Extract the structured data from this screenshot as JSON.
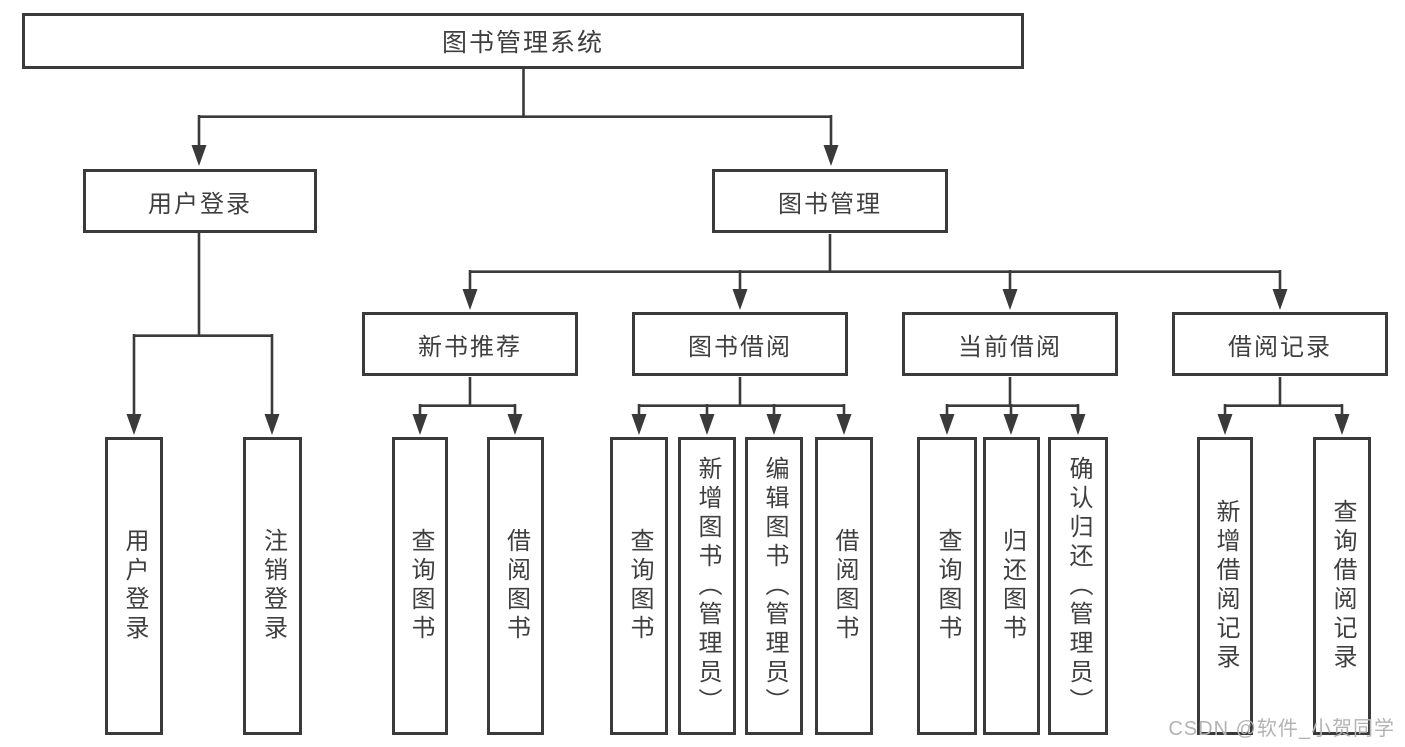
{
  "title": "图书管理系统",
  "colors": {
    "line": "#3a3a3a",
    "box_border": "#3a3a3a",
    "text": "#3f3f3f",
    "watermark": "#b3b3b3",
    "background": "#ffffff"
  },
  "nodes": {
    "root": {
      "label": "图书管理系统"
    },
    "user_login": {
      "label": "用户登录"
    },
    "book_mgmt": {
      "label": "图书管理"
    },
    "new_book_rec": {
      "label": "新书推荐"
    },
    "book_borrow": {
      "label": "图书借阅"
    },
    "current_borrow": {
      "label": "当前借阅"
    },
    "borrow_records": {
      "label": "借阅记录"
    },
    "leaf_user_login": {
      "label": "用户登录"
    },
    "leaf_logout": {
      "label": "注销登录"
    },
    "leaf_rec_query": {
      "label": "查询图书"
    },
    "leaf_rec_borrow": {
      "label": "借阅图书"
    },
    "leaf_bb_query": {
      "label": "查询图书"
    },
    "leaf_bb_add": {
      "label": "新增图书（管理员）"
    },
    "leaf_bb_edit": {
      "label": "编辑图书（管理员）"
    },
    "leaf_bb_borrow": {
      "label": "借阅图书"
    },
    "leaf_cb_query": {
      "label": "查询图书"
    },
    "leaf_cb_return": {
      "label": "归还图书"
    },
    "leaf_cb_confirm": {
      "label": "确认归还（管理员）"
    },
    "leaf_br_add": {
      "label": "新增借阅记录"
    },
    "leaf_br_query": {
      "label": "查询借阅记录"
    }
  },
  "hierarchy": {
    "图书管理系统": {
      "用户登录": [
        "用户登录",
        "注销登录"
      ],
      "图书管理": {
        "新书推荐": [
          "查询图书",
          "借阅图书"
        ],
        "图书借阅": [
          "查询图书",
          "新增图书（管理员）",
          "编辑图书（管理员）",
          "借阅图书"
        ],
        "当前借阅": [
          "查询图书",
          "归还图书",
          "确认归还（管理员）"
        ],
        "借阅记录": [
          "新增借阅记录",
          "查询借阅记录"
        ]
      }
    }
  },
  "watermark": "CSDN @软件_小贺同学"
}
